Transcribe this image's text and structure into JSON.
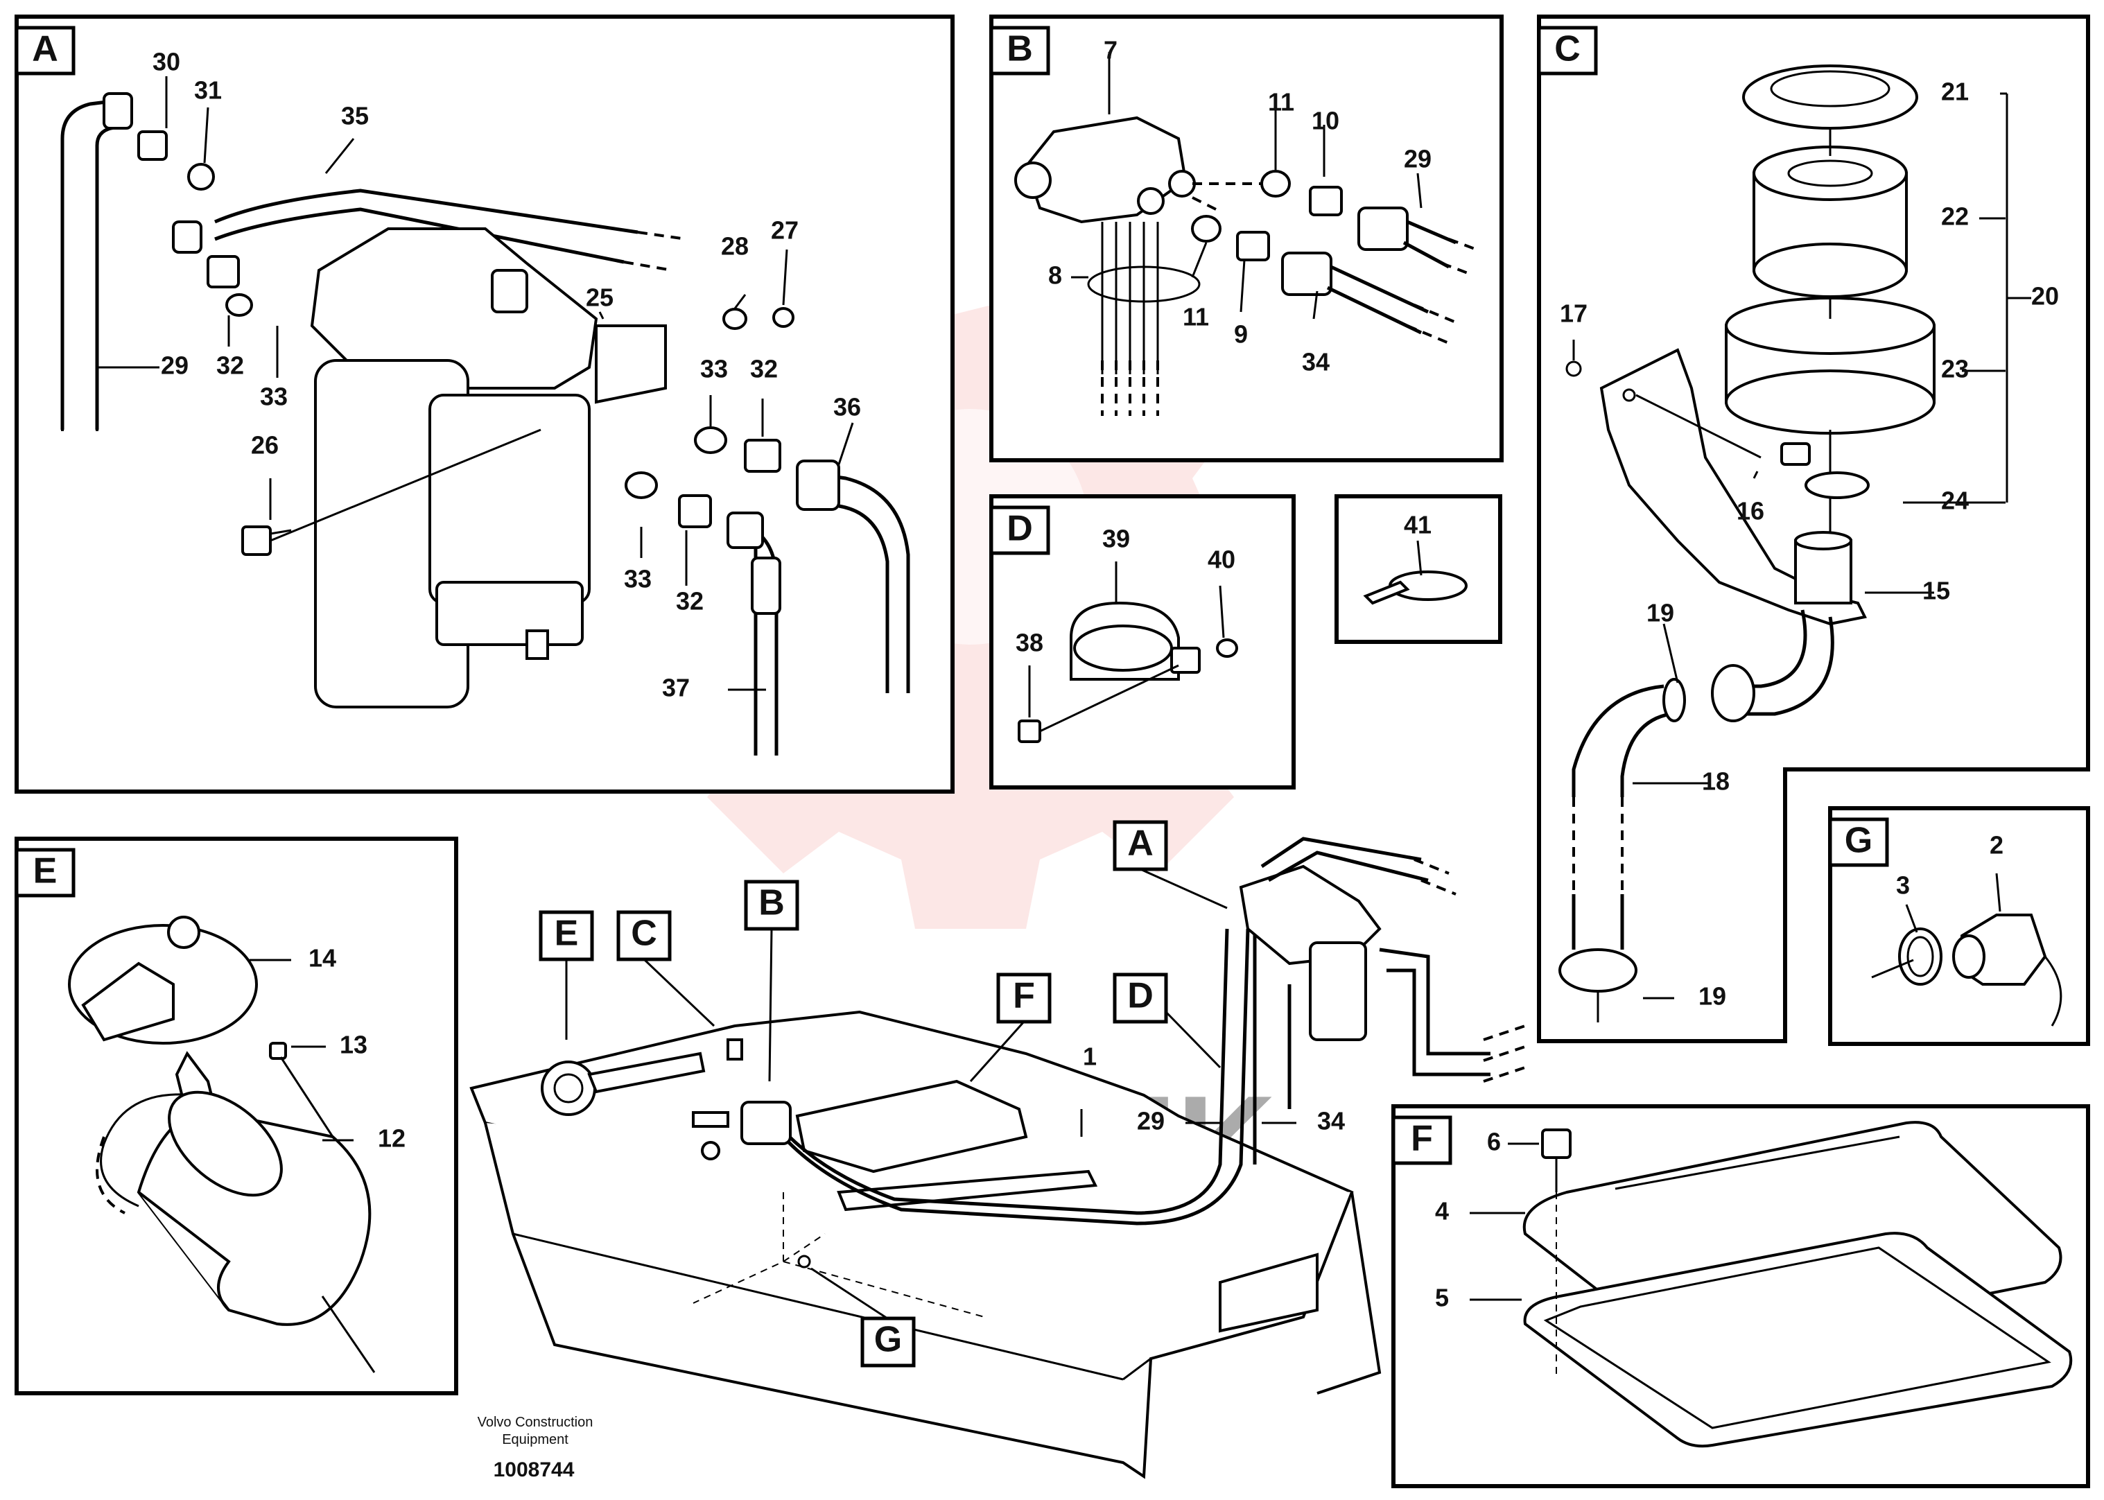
{
  "panels": {
    "A": {
      "letter": "A",
      "labels": {
        "p25": "25",
        "p26": "26",
        "p27": "27",
        "p28": "28",
        "p29": "29",
        "p30": "30",
        "p31": "31",
        "p32a": "32",
        "p32b": "32",
        "p32c": "32",
        "p33a": "33",
        "p33b": "33",
        "p33c": "33",
        "p35": "35",
        "p36": "36",
        "p37": "37"
      }
    },
    "B": {
      "letter": "B",
      "labels": {
        "p7": "7",
        "p8": "8",
        "p9": "9",
        "p10": "10",
        "p11a": "11",
        "p11b": "11",
        "p29": "29",
        "p34": "34"
      }
    },
    "C": {
      "letter": "C",
      "labels": {
        "p15": "15",
        "p16": "16",
        "p17": "17",
        "p18": "18",
        "p19a": "19",
        "p19b": "19",
        "p20": "20",
        "p21": "21",
        "p22": "22",
        "p23": "23",
        "p24": "24"
      }
    },
    "D": {
      "letter": "D",
      "labels": {
        "p38": "38",
        "p39": "39",
        "p40": "40"
      }
    },
    "clip": {
      "labels": {
        "p41": "41"
      }
    },
    "E": {
      "letter": "E",
      "labels": {
        "p12": "12",
        "p13": "13",
        "p14": "14"
      }
    },
    "F": {
      "letter": "F",
      "labels": {
        "p4": "4",
        "p5": "5",
        "p6": "6"
      }
    },
    "G": {
      "letter": "G",
      "labels": {
        "p2": "2",
        "p3": "3"
      }
    }
  },
  "overview": {
    "callouts": {
      "A": "A",
      "B": "B",
      "C": "C",
      "D": "D",
      "E": "E",
      "F": "F",
      "G": "G"
    },
    "labels": {
      "p1": "1",
      "p29": "29",
      "p34": "34"
    }
  },
  "footer": {
    "maker_line1": "Volvo Construction",
    "maker_line2": "Equipment",
    "doc_number": "1008744"
  },
  "watermark": {
    "text": "MITEK",
    "color": "#e53935"
  }
}
